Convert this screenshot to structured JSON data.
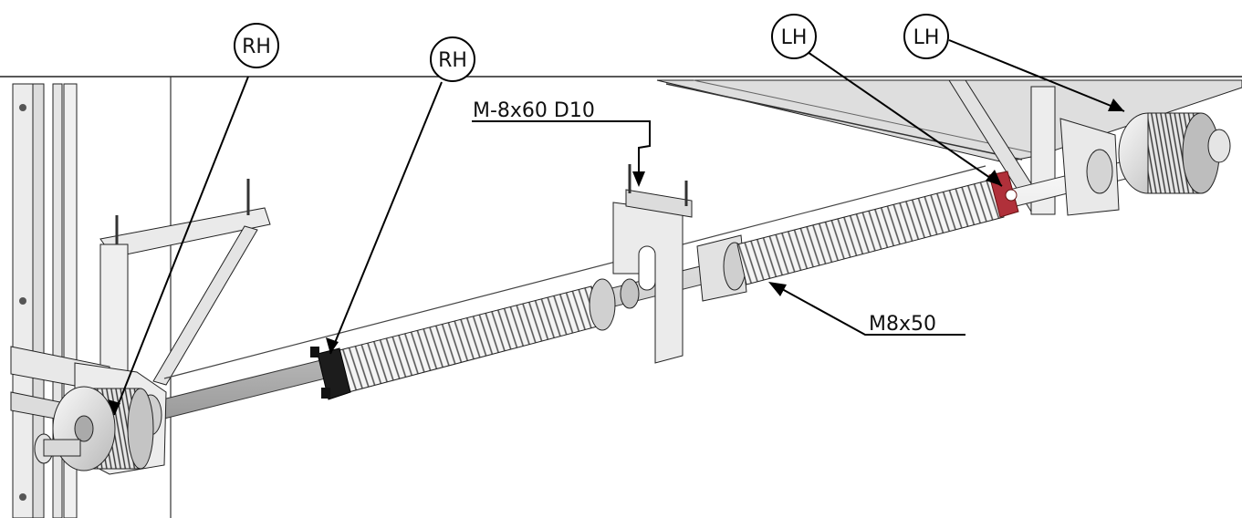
{
  "labels": {
    "rh_left": "RH",
    "rh_mid": "RH",
    "lh_mid": "LH",
    "lh_right": "LH",
    "bolt_bracket": "M-8x60 D10",
    "bolt_cone": "M8x50"
  },
  "icons": {
    "spring": "torsion-spring-icon",
    "drum": "cable-drum-icon",
    "bracket": "bearing-bracket-icon"
  }
}
